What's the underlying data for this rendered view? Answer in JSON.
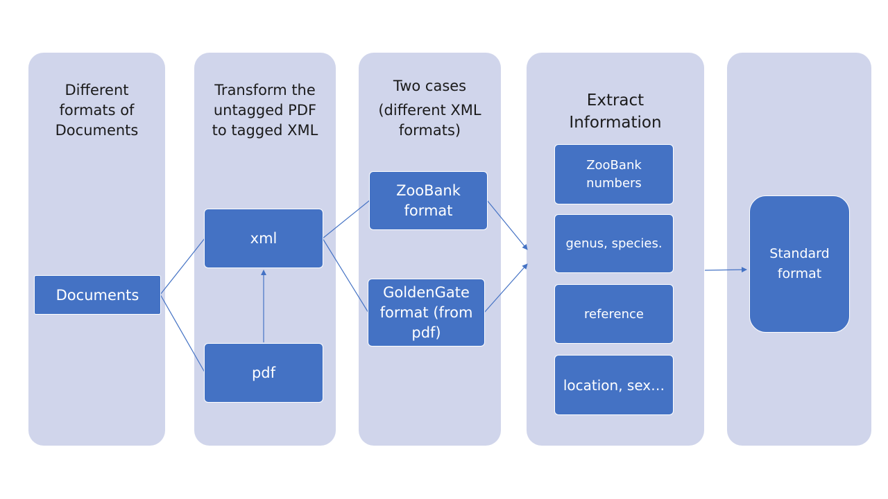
{
  "columns": {
    "documents": {
      "title": [
        "Different",
        "formats of",
        "Documents"
      ]
    },
    "transform": {
      "title": [
        "Transform the",
        "untagged PDF",
        "to tagged XML"
      ]
    },
    "cases": {
      "title": [
        "Two cases",
        "(different XML",
        "formats)"
      ]
    },
    "extract": {
      "title": [
        "Extract",
        "Information"
      ]
    },
    "standard": {}
  },
  "boxes": {
    "documents": [
      "Documents"
    ],
    "xml": [
      "xml"
    ],
    "pdf": [
      "pdf"
    ],
    "zoobank_format": [
      "ZooBank",
      "format"
    ],
    "goldengate_format": [
      "GoldenGate",
      "format (from",
      "pdf)"
    ],
    "zoobank_numbers": [
      "ZooBank",
      "numbers"
    ],
    "genus_species": [
      "genus, species."
    ],
    "reference": [
      "reference"
    ],
    "location_sex": [
      "location, sex…"
    ],
    "standard_format": [
      "Standard",
      "format"
    ]
  },
  "colors": {
    "panel": "#d0d5eb",
    "box": "#4472c4",
    "connector": "#4472c4"
  }
}
